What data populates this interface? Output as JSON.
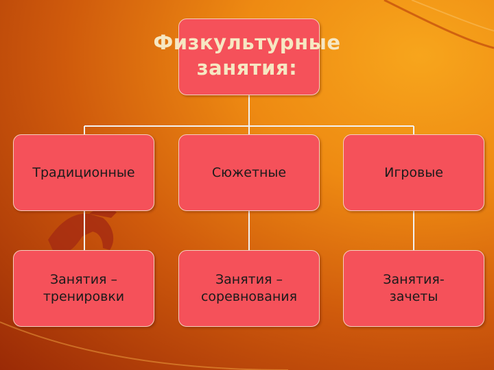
{
  "diagram": {
    "root": {
      "label_line1": "Физкультурные",
      "label_line2": "занятия:"
    },
    "row1": [
      {
        "label": "Традиционные"
      },
      {
        "label": "Сюжетные"
      },
      {
        "label": "Игровые"
      }
    ],
    "row2": [
      {
        "line1": "Занятия –",
        "line2": "тренировки"
      },
      {
        "line1": "Занятия –",
        "line2": "соревнования"
      },
      {
        "line1": "Занятия-",
        "line2": "зачеты"
      }
    ]
  },
  "colors": {
    "node_fill": "#f5515a",
    "node_border": "#f6d0c0",
    "title_text": "#f6e7c2",
    "connector": "#f2f2f2"
  }
}
